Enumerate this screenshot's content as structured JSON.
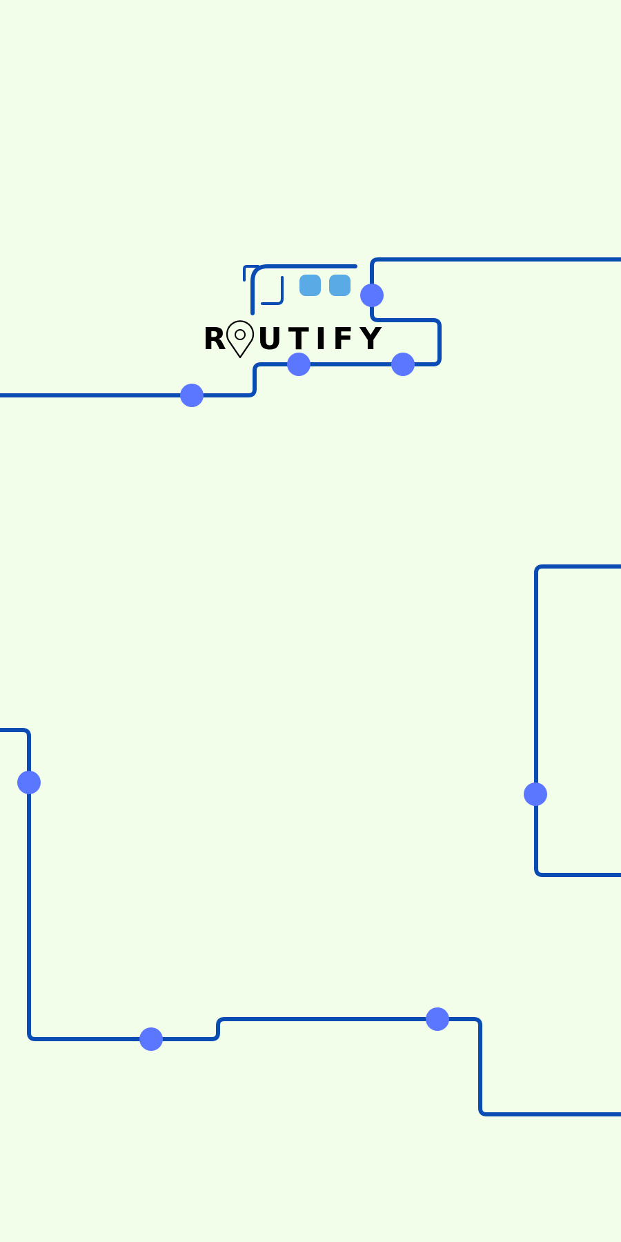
{
  "app": {
    "logo": {
      "wordmark_before_pin": "R",
      "wordmark_after_pin": "UTIFY",
      "text_color": "#000000",
      "icon_name": "map-pin-icon",
      "bus_icon_name": "bus-icon"
    }
  },
  "colors": {
    "background": "#f2fdea",
    "route_line": "#0a4cb3",
    "station_dot": "#5b76ff",
    "bus_window": "#5aaae6",
    "wordmark": "#000000"
  },
  "routes": [
    {
      "name": "route-line-top"
    },
    {
      "name": "route-line-right"
    },
    {
      "name": "route-line-bottom"
    }
  ]
}
